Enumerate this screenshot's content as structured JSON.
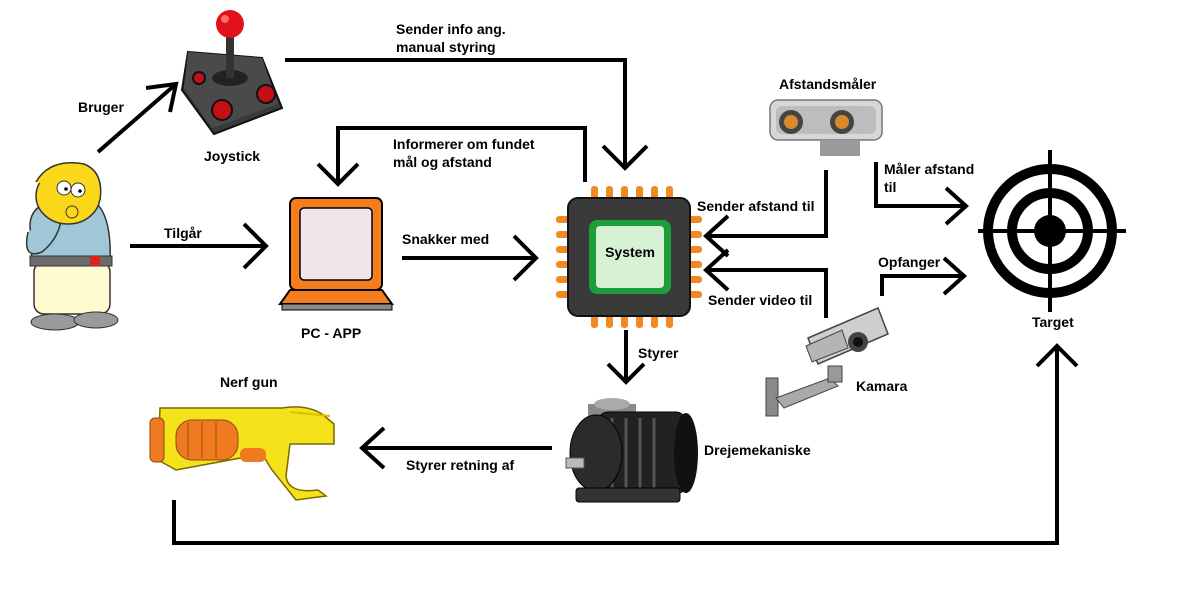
{
  "labels": {
    "bruger": "Bruger",
    "joystick": "Joystick",
    "sender_info_line1": "Sender info ang.",
    "sender_info_line2": "manual styring",
    "informerer_line1": "Informerer om fundet",
    "informerer_line2": "mål og afstand",
    "afstandsmaaler": "Afstandsmåler",
    "maaler_afstand_line1": "Måler afstand",
    "maaler_afstand_line2": "til",
    "tilgaar": "Tilgår",
    "snakker_med": "Snakker med",
    "system": "System",
    "sender_afstand_til": "Sender afstand til",
    "opfanger": "Opfanger",
    "sender_video_til": "Sender video til",
    "pc_app": "PC - APP",
    "target": "Target",
    "styrer": "Styrer",
    "nerf_gun": "Nerf gun",
    "kamara": "Kamara",
    "drejemekaniske": "Drejemekaniske",
    "styrer_retning_af": "Styrer retning af"
  },
  "colors": {
    "chip_pins": "#f08a24",
    "chip_body": "#3a3a3a",
    "chip_green": "#1e9e3a",
    "laptop_orange": "#f47d1e",
    "gun_yellow": "#f5e21a",
    "gun_orange": "#f07a20",
    "joystick_red": "#e0121b"
  }
}
